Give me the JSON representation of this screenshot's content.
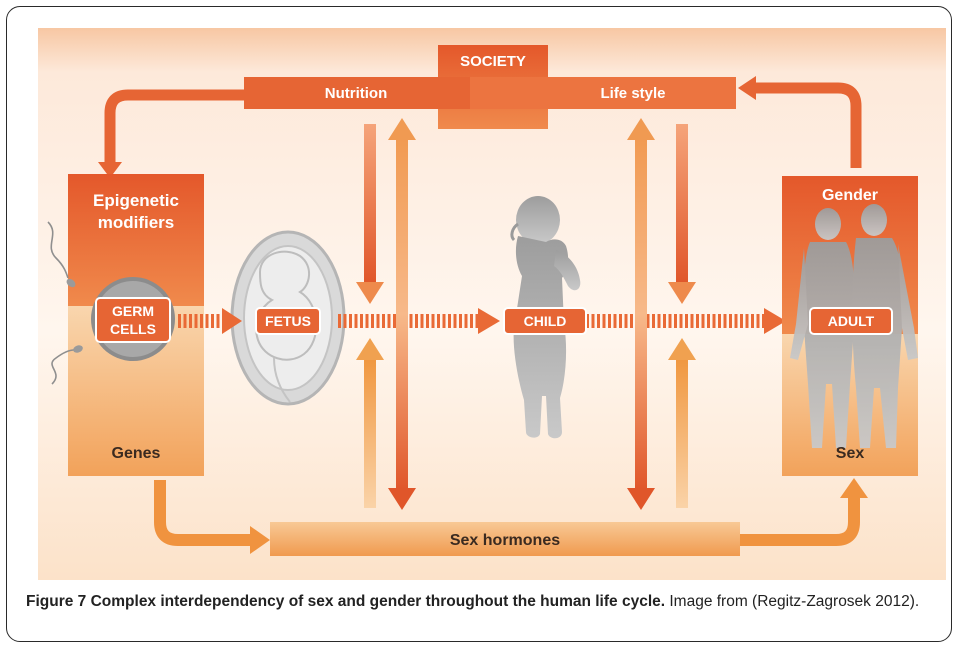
{
  "diagram": {
    "society": "SOCIETY",
    "nutrition": "Nutrition",
    "lifestyle": "Life style",
    "epigenetic_line1": "Epigenetic",
    "epigenetic_line2": "modifiers",
    "germ_line1": "GERM",
    "germ_line2": "CELLS",
    "genes": "Genes",
    "fetus": "FETUS",
    "child": "CHILD",
    "adult": "ADULT",
    "gender": "Gender",
    "sex": "Sex",
    "sex_hormones": "Sex hormones"
  },
  "caption": {
    "bold": "Figure 7 Complex interdependency of sex and gender throughout the human life cycle.",
    "rest": " Image from (Regitz-Zagrosek 2012)."
  },
  "colors": {
    "dark_orange": "#e0562a",
    "mid_orange": "#ee8a3e",
    "light_orange": "#f4b26b",
    "peach_bg": "#fbe3cf",
    "silhouette": "#a9a9a9"
  }
}
